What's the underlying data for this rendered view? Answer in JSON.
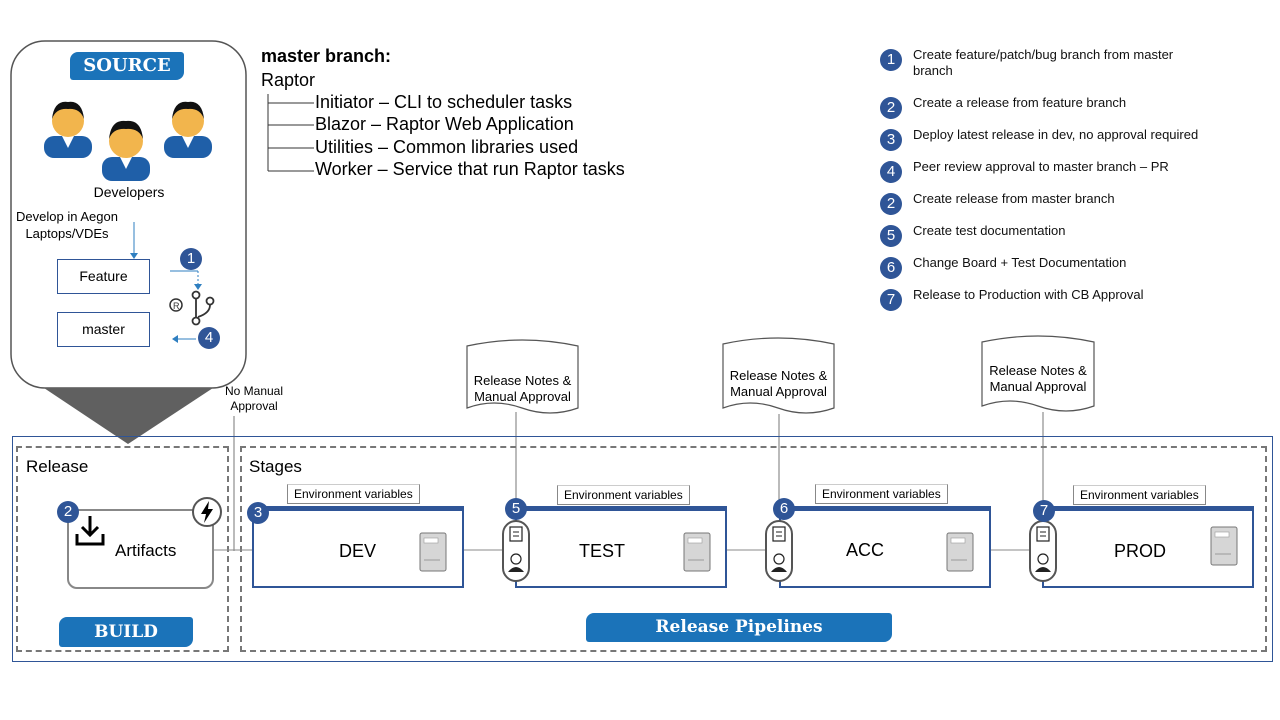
{
  "source": {
    "pill": "SOURCE",
    "developers_label": "Developers",
    "develop_note": "Develop in Aegon Laptops/VDEs",
    "feature_box": "Feature",
    "master_box": "master"
  },
  "branch": {
    "title": "master branch:",
    "root": "Raptor",
    "items": [
      "Initiator – CLI to scheduler tasks",
      "Blazor – Raptor Web Application",
      "Utilities – Common libraries used",
      "Worker – Service that run Raptor tasks"
    ]
  },
  "steps": [
    {
      "num": "1",
      "text": "Create feature/patch/bug branch from master branch"
    },
    {
      "num": "2",
      "text": "Create a release from feature branch"
    },
    {
      "num": "3",
      "text": "Deploy latest release in dev, no approval required"
    },
    {
      "num": "4",
      "text": "Peer review approval to master branch – PR"
    },
    {
      "num": "2",
      "text": "Create release from master branch"
    },
    {
      "num": "5",
      "text": "Create test documentation"
    },
    {
      "num": "6",
      "text": "Change Board + Test Documentation"
    },
    {
      "num": "7",
      "text": "Release to Production with CB Approval"
    }
  ],
  "release": {
    "label": "Release",
    "artifacts": "Artifacts",
    "build_pill": "BUILD",
    "badge": "2",
    "no_manual_approval": "No Manual Approval"
  },
  "stages": {
    "label": "Stages",
    "pipelines_pill": "Release Pipelines",
    "env_label": "Environment variables",
    "items": [
      {
        "name": "DEV",
        "num": "3"
      },
      {
        "name": "TEST",
        "num": "5"
      },
      {
        "name": "ACC",
        "num": "6"
      },
      {
        "name": "PROD",
        "num": "7"
      }
    ],
    "notes": "Release Notes & Manual Approval"
  },
  "markers": {
    "feature_num": "1",
    "master_num": "4"
  },
  "colors": {
    "accent": "#2f5597",
    "pill": "#1b73b9",
    "frame": "#555555"
  }
}
